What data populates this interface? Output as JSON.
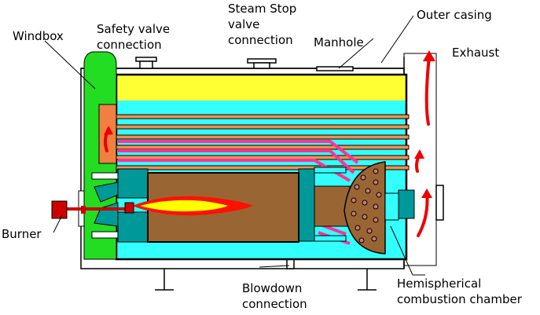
{
  "labels": {
    "windbox": "Windbox",
    "safety_valve": [
      "Safety valve",
      "connection"
    ],
    "steam_stop": [
      "Steam Stop",
      "valve",
      "connection"
    ],
    "manhole": "Manhole",
    "outer_casing": "Outer casing",
    "exhaust": "Exhaust",
    "burner": "Burner",
    "blowdown": [
      "Blowdown",
      "connection"
    ],
    "hemispherical": [
      "Hemispherical",
      "combustion chamber"
    ]
  },
  "colors": {
    "windbox": "#22dd22",
    "windbox_door": "#f08040",
    "steam_space": "#ffff33",
    "water": "#33ffff",
    "tubes": "#f09050",
    "furnace_tubes": "#ff3399",
    "furnace": "#996633",
    "refractory": "#009999",
    "flame_outer": "#ff1100",
    "flame_inner": "#ffff00",
    "burner": "#cc0000",
    "arrow": "#ee0000",
    "chamber": "#cc7777",
    "outline": "#000000"
  },
  "icons": [
    "flow-arrow-icon",
    "flame-icon"
  ]
}
